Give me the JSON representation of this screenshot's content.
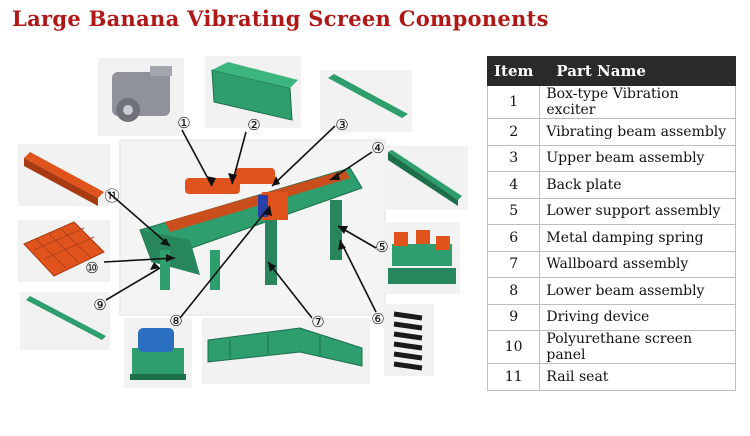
{
  "title": "Large Banana Vibrating Screen Components",
  "table": {
    "headers": {
      "item": "Item",
      "part": "Part Name"
    },
    "rows": [
      {
        "num": "1",
        "name": "Box-type Vibration exciter"
      },
      {
        "num": "2",
        "name": "Vibrating beam assembly"
      },
      {
        "num": "3",
        "name": "Upper beam assembly"
      },
      {
        "num": "4",
        "name": "Back plate"
      },
      {
        "num": "5",
        "name": "Lower support assembly"
      },
      {
        "num": "6",
        "name": "Metal damping spring"
      },
      {
        "num": "7",
        "name": "Wallboard assembly"
      },
      {
        "num": "8",
        "name": "Lower beam assembly"
      },
      {
        "num": "9",
        "name": "Driving device"
      },
      {
        "num": "10",
        "name": "Polyurethane screen panel"
      },
      {
        "num": "11",
        "name": "Rail seat"
      }
    ]
  },
  "callouts": [
    "①",
    "②",
    "③",
    "④",
    "⑤",
    "⑥",
    "⑦",
    "⑧",
    "⑨",
    "⑩",
    "⑪"
  ],
  "colors": {
    "title": "#b01818",
    "machine_green": "#2e9e6e",
    "orange": "#e0531c",
    "header_bg": "#2a2a2a"
  }
}
